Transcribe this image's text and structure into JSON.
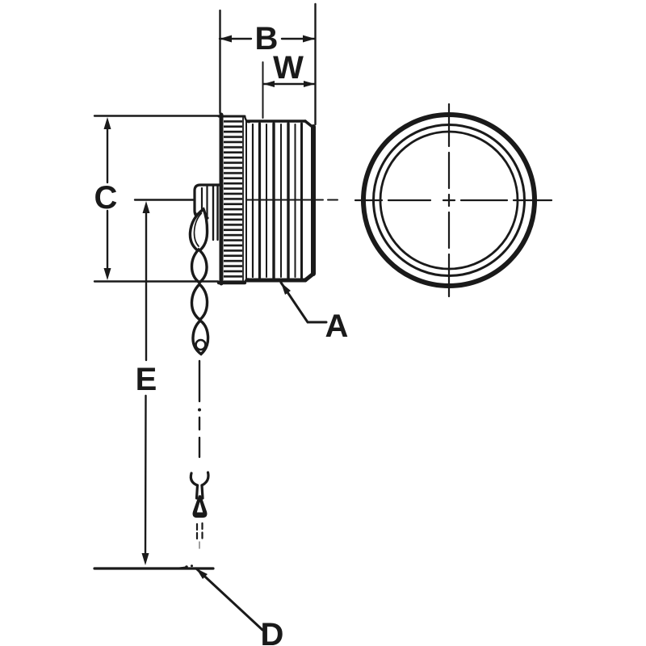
{
  "diagram": {
    "kind": "technical-drawing",
    "subject": "threaded-dust-cap-with-bead-chain-side-and-face-views",
    "colors": {
      "ink": "#1a1a1a",
      "background": "#ffffff"
    },
    "labels": {
      "dim_b": "B",
      "dim_w": "W",
      "dim_c": "C",
      "dim_e": "E",
      "callout_a": "A",
      "callout_d": "D"
    }
  }
}
